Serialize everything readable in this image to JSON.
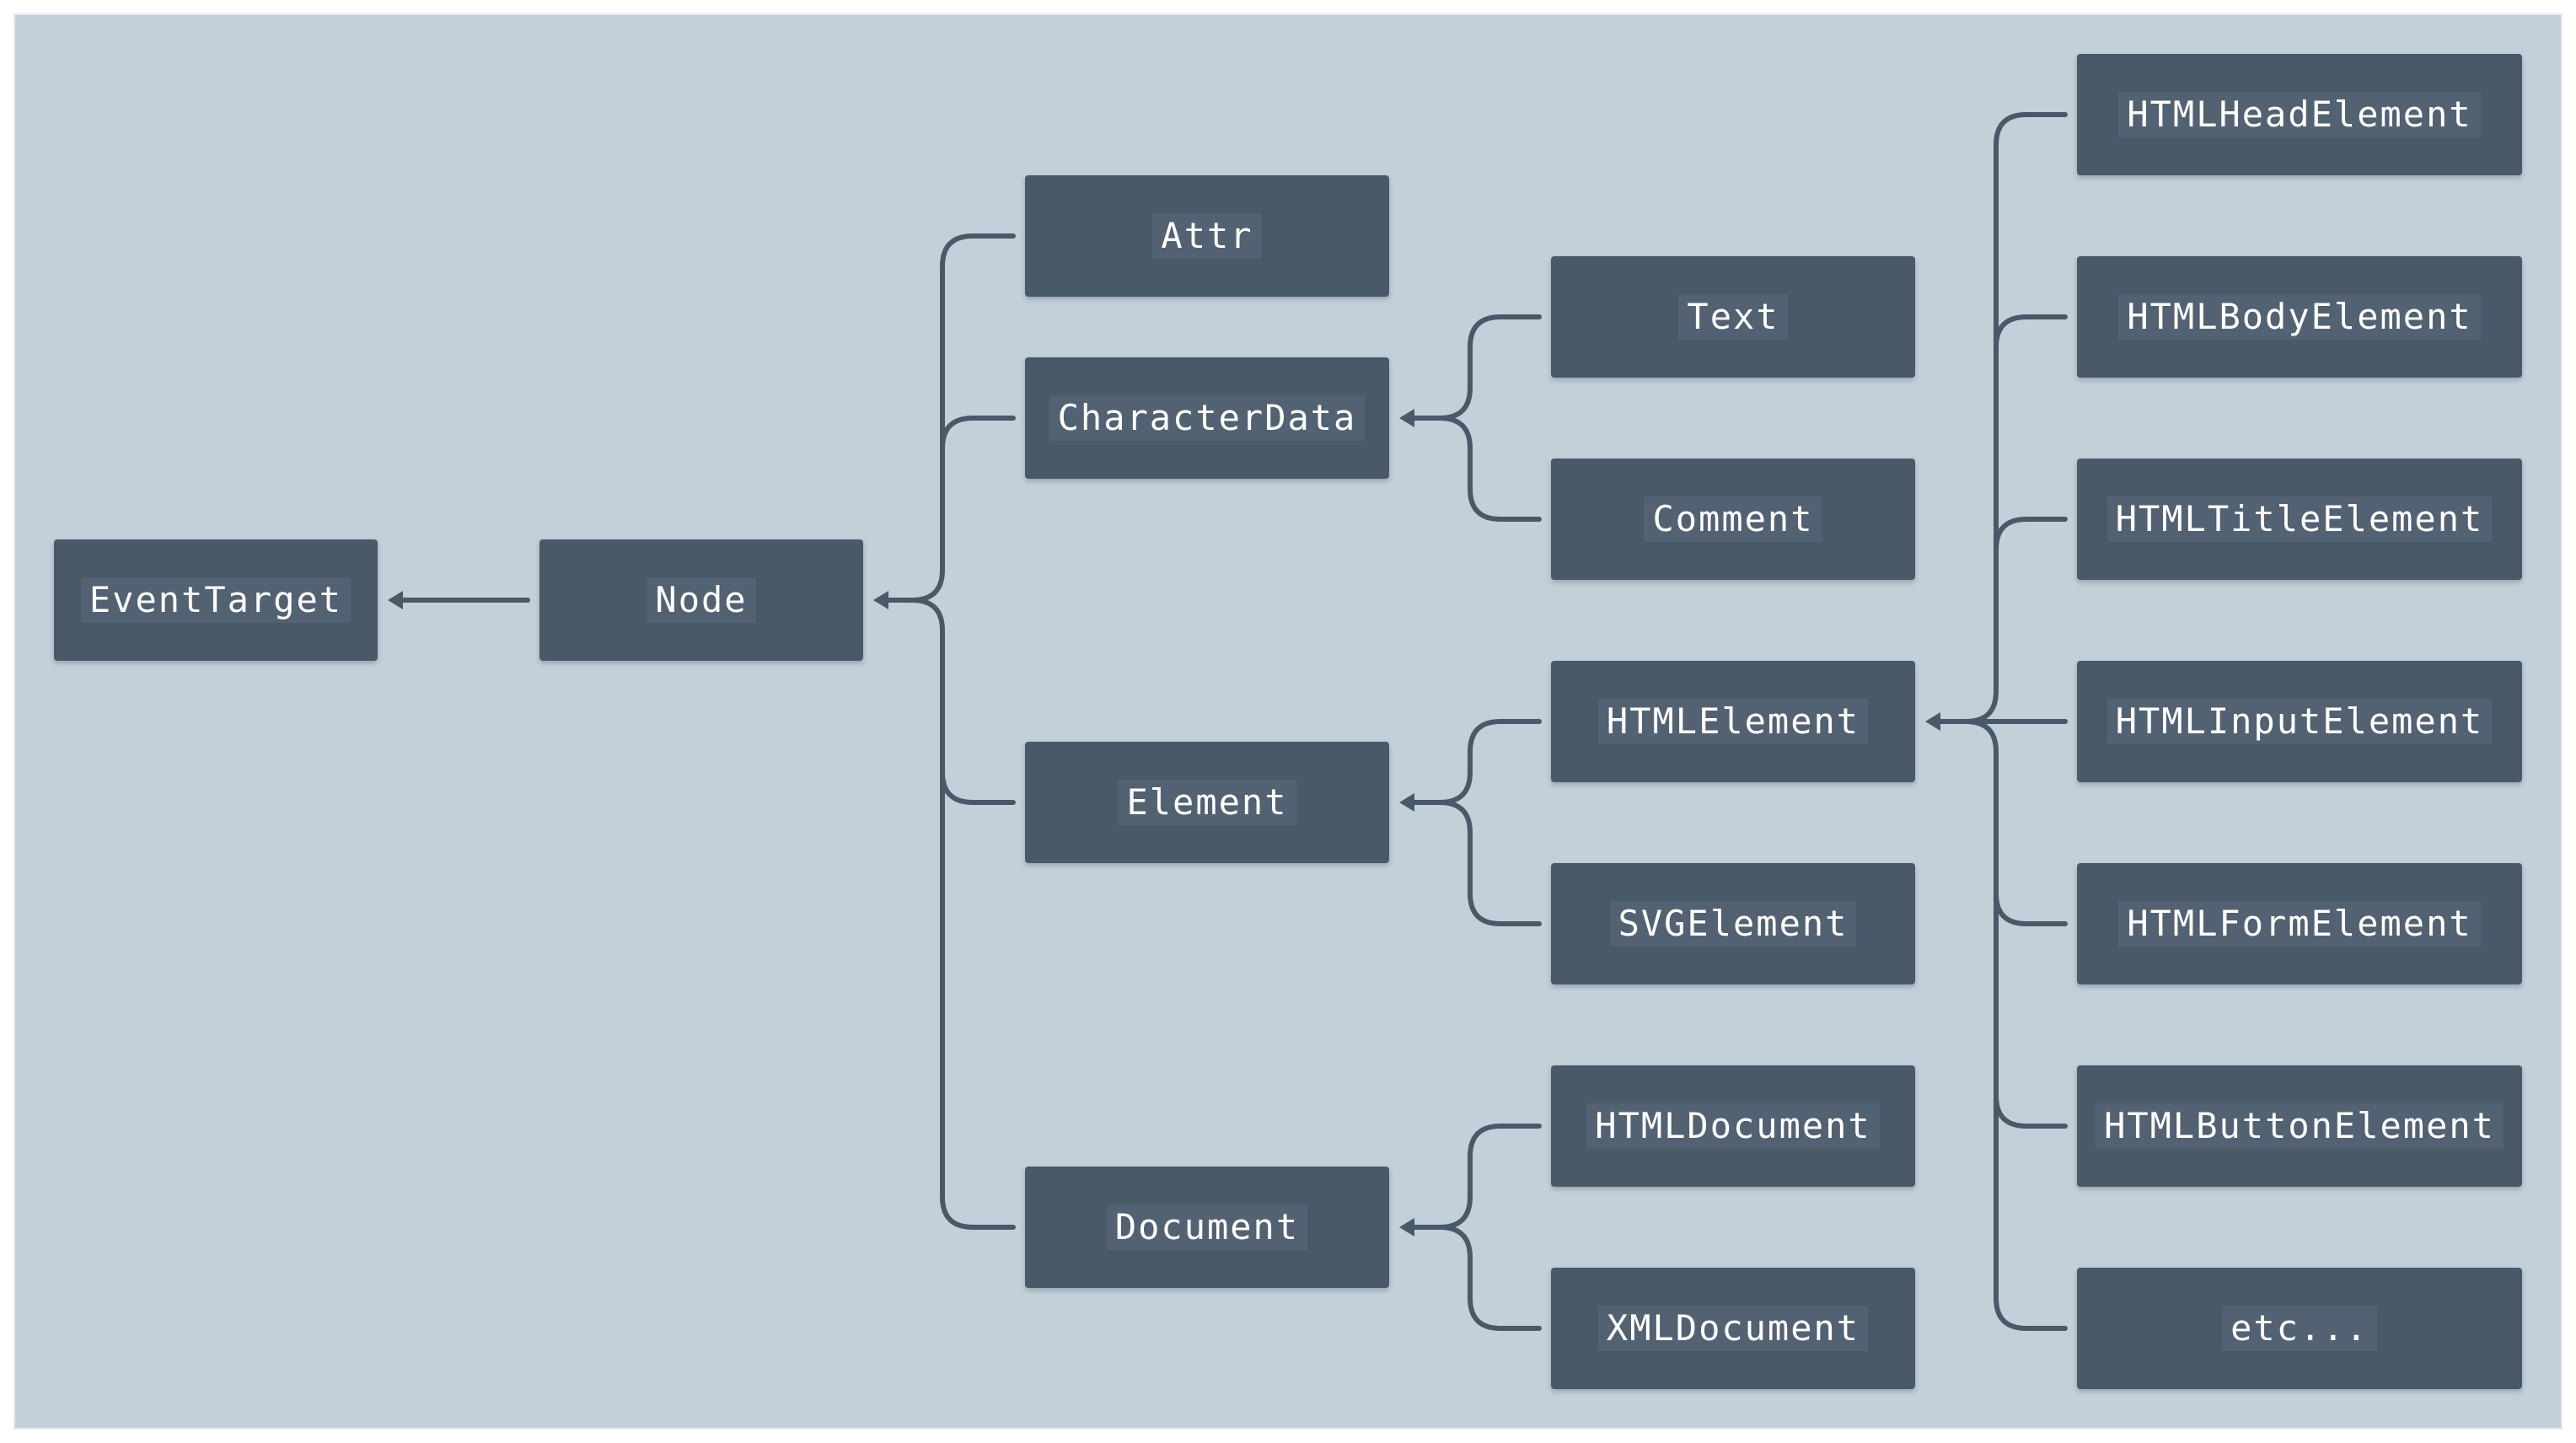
{
  "diagram": {
    "colors": {
      "background": "#c3cfd9",
      "node_fill": "#4a5968",
      "connector": "#4a5968",
      "label_text": "#ffffff"
    },
    "nodes": {
      "eventtarget": "EventTarget",
      "node": "Node",
      "attr": "Attr",
      "characterdata": "CharacterData",
      "element": "Element",
      "document": "Document",
      "text": "Text",
      "comment": "Comment",
      "htmlelement": "HTMLElement",
      "svgelement": "SVGElement",
      "htmldocument": "HTMLDocument",
      "xmldocument": "XMLDocument",
      "htmlheadelement": "HTMLHeadElement",
      "htmlbodyelement": "HTMLBodyElement",
      "htmltitleelement": "HTMLTitleElement",
      "htmlinputelement": "HTMLInputElement",
      "htmlformelement": "HTMLFormElement",
      "htmlbuttonelement": "HTMLButtonElement",
      "etc": "etc..."
    },
    "edges": [
      {
        "child": "node",
        "parent": "eventtarget"
      },
      {
        "child": "attr",
        "parent": "node"
      },
      {
        "child": "characterdata",
        "parent": "node"
      },
      {
        "child": "element",
        "parent": "node"
      },
      {
        "child": "document",
        "parent": "node"
      },
      {
        "child": "text",
        "parent": "characterdata"
      },
      {
        "child": "comment",
        "parent": "characterdata"
      },
      {
        "child": "htmlelement",
        "parent": "element"
      },
      {
        "child": "svgelement",
        "parent": "element"
      },
      {
        "child": "htmldocument",
        "parent": "document"
      },
      {
        "child": "xmldocument",
        "parent": "document"
      },
      {
        "child": "htmlheadelement",
        "parent": "htmlelement"
      },
      {
        "child": "htmlbodyelement",
        "parent": "htmlelement"
      },
      {
        "child": "htmltitleelement",
        "parent": "htmlelement"
      },
      {
        "child": "htmlinputelement",
        "parent": "htmlelement"
      },
      {
        "child": "htmlformelement",
        "parent": "htmlelement"
      },
      {
        "child": "htmlbuttonelement",
        "parent": "htmlelement"
      },
      {
        "child": "etc",
        "parent": "htmlelement"
      }
    ]
  }
}
